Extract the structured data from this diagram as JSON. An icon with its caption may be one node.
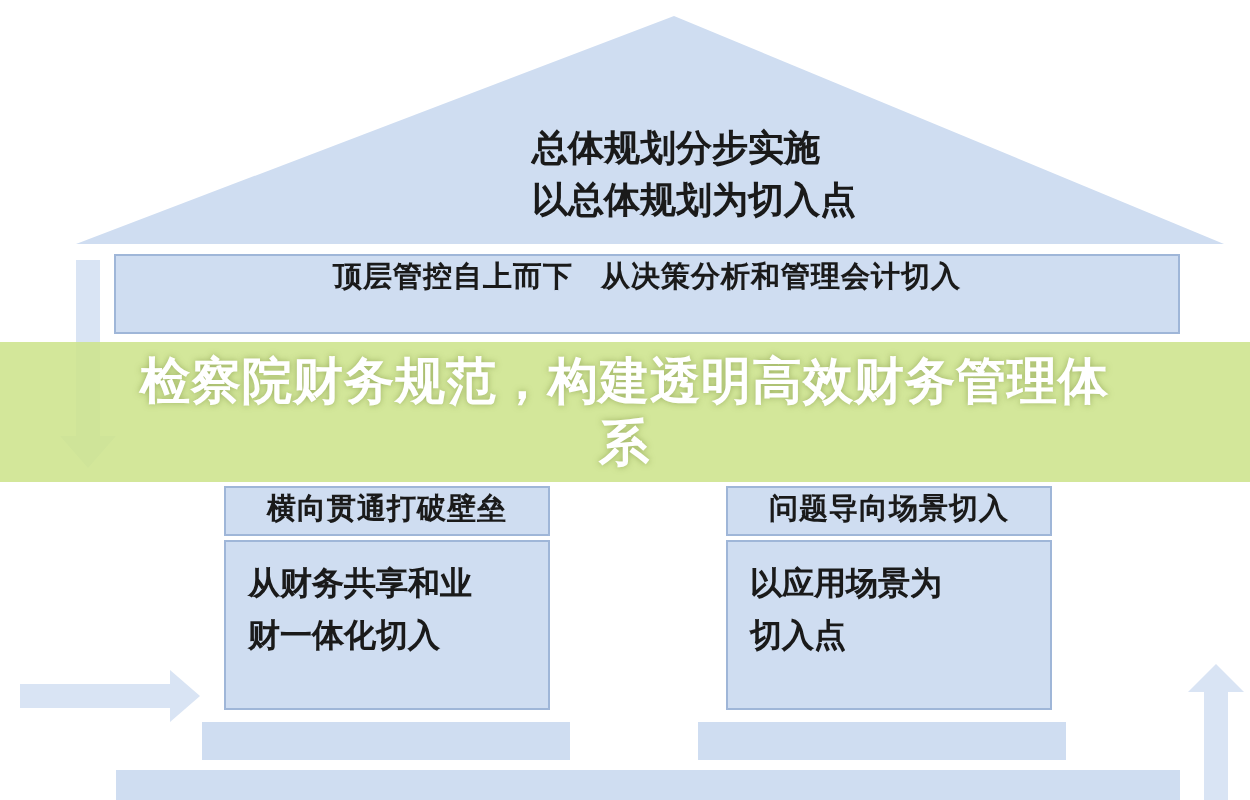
{
  "diagram": {
    "title": "检察院财务规范，构建透明高效财务管理体系",
    "nodes": [
      {
        "text": [
          "总体规划分步实施",
          "以总体规划为切入点"
        ]
      },
      {
        "text": [
          "顶层管控自上而下",
          "从决策分析和管理会计切入"
        ]
      },
      {
        "text": [
          "横向贯通打破壁垒"
        ]
      },
      {
        "text": [
          "从财务共享和业财一体化切入"
        ]
      },
      {
        "text": [
          "问题导向场景切入"
        ]
      },
      {
        "text": [
          "以应用场景为切入点"
        ]
      },
      {
        "text": [],
        "shape": "bar"
      },
      {
        "text": [],
        "shape": "bar"
      },
      {
        "text": [],
        "shape": "bar"
      }
    ]
  }
}
